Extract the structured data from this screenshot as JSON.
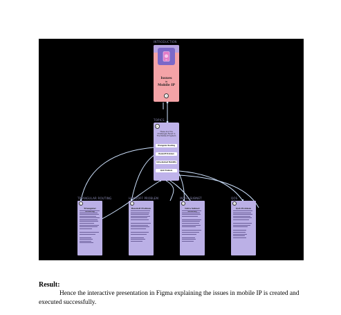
{
  "figma": {
    "frame_labels": {
      "introduction": "INTRODUCTION",
      "topics": "TOPICS",
      "triangular_routing": "TRIANGULAR ROUTING",
      "handoff": "HANDOFF PROBLEM",
      "intra_subnet": "INTRA SUBNET",
      "qos": "QOS"
    },
    "intro": {
      "title_line1": "Issues",
      "title_line2": "in",
      "title_line3": "Mobile IP",
      "nav": "→"
    },
    "hub": {
      "nav": "←",
      "title": "These Are The Challenges Faced In The Mobile IP System",
      "buttons": [
        "Triangular Routing",
        "Handoff Problem",
        "Intra-Subnet Mobility",
        "QoS Problem"
      ]
    },
    "cards": [
      {
        "title": "Triangular Routing",
        "nav": "←"
      },
      {
        "title": "Handoff Problem",
        "nav": "←"
      },
      {
        "title": "Intra Subnet Mobility",
        "nav": "←"
      },
      {
        "title": "QoS Problem",
        "nav": "←"
      }
    ]
  },
  "result": {
    "label": "Result:",
    "text": "Hence the interactive presentation in Figma explaining the issues in mobile IP is created and executed successfully."
  },
  "colors": {
    "canvas": "#000000",
    "intro_card": "#f4a3a7",
    "hub_card": "#bfb3ea",
    "topic_card": "#bbb0e6",
    "connector": "#cfe3ff"
  }
}
